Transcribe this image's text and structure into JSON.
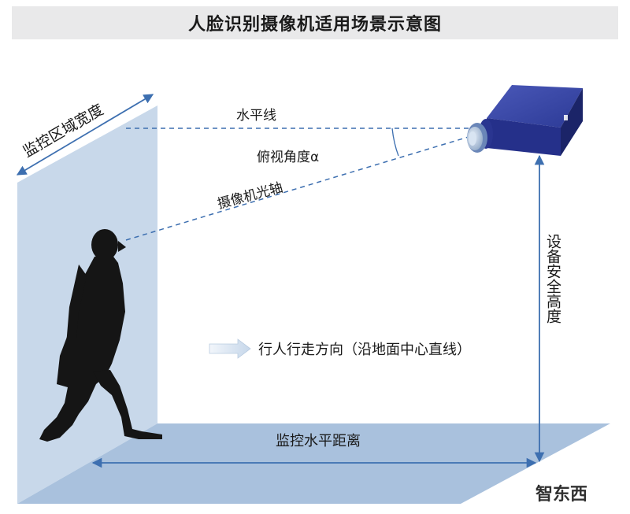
{
  "title": "人脸识别摄像机适用场景示意图",
  "labels": {
    "width_label": "监控区域宽度",
    "horizon_label": "水平线",
    "angle_label": "俯视角度α",
    "axis_label": "摄像机光轴",
    "height_label": "设备安全高度",
    "walk_label": "行人行走方向（沿地面中心直线）",
    "distance_label": "监控水平距离"
  },
  "watermark": "智东西",
  "colors": {
    "panel": "#c8d8ea",
    "floor": "#a9c1dd",
    "arrow": "#3d6fb0",
    "camera_body": "#1f2a7a",
    "silhouette": "#151515"
  }
}
